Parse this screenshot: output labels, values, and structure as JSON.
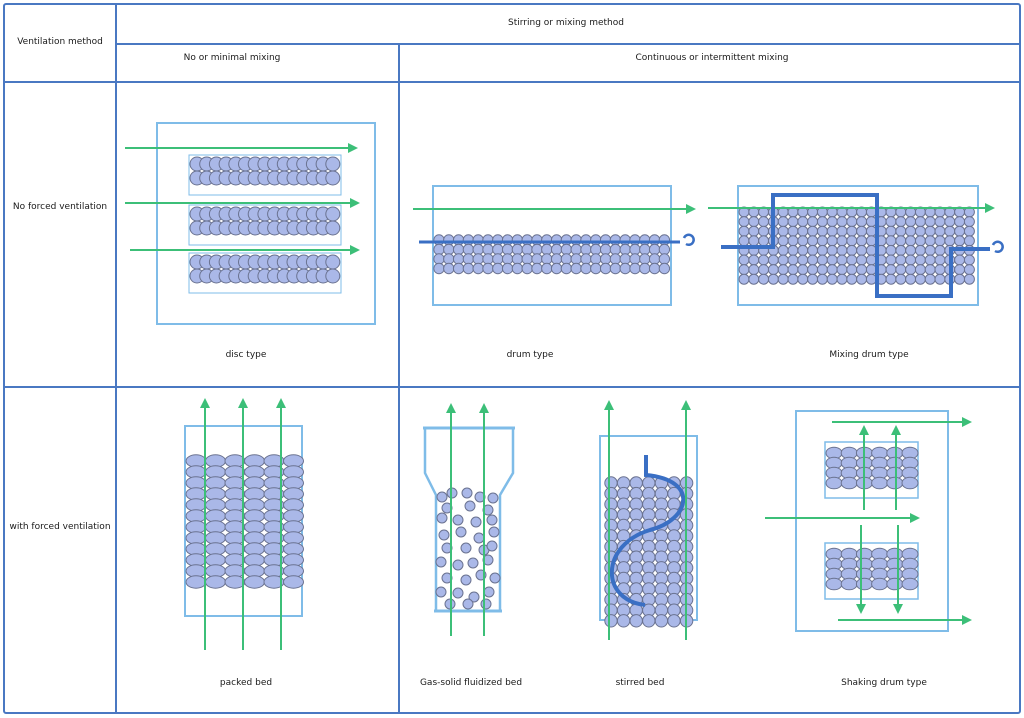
{
  "table": {
    "corner_header": "Ventilation method",
    "group_header": "Stirring or mixing method",
    "column_headers": [
      "No or minimal mixing",
      "Continuous or intermittent mixing"
    ],
    "row_headers": [
      "No forced ventilation",
      "with forced ventilation"
    ]
  },
  "reactors": {
    "disc": "disc type",
    "drum": "drum type",
    "mixing_drum": "Mixing drum type",
    "packed_bed": "packed bed",
    "fluidized_bed": "Gas-solid fluidized bed",
    "stirred_bed": "stirred bed",
    "shaking_drum": "Shaking drum type"
  },
  "legend_semantics": {
    "airflow": "green arrows",
    "stirrer": "blue shaft / rotation symbol",
    "particles": "substrate particles"
  },
  "colors": {
    "grid_line": "#4a78c2",
    "vessel": "#7fbce8",
    "airflow": "#3cbf78",
    "stirrer": "#3a6fc4",
    "particle_fill": "#aab8e8",
    "particle_stroke": "#6a7290"
  }
}
